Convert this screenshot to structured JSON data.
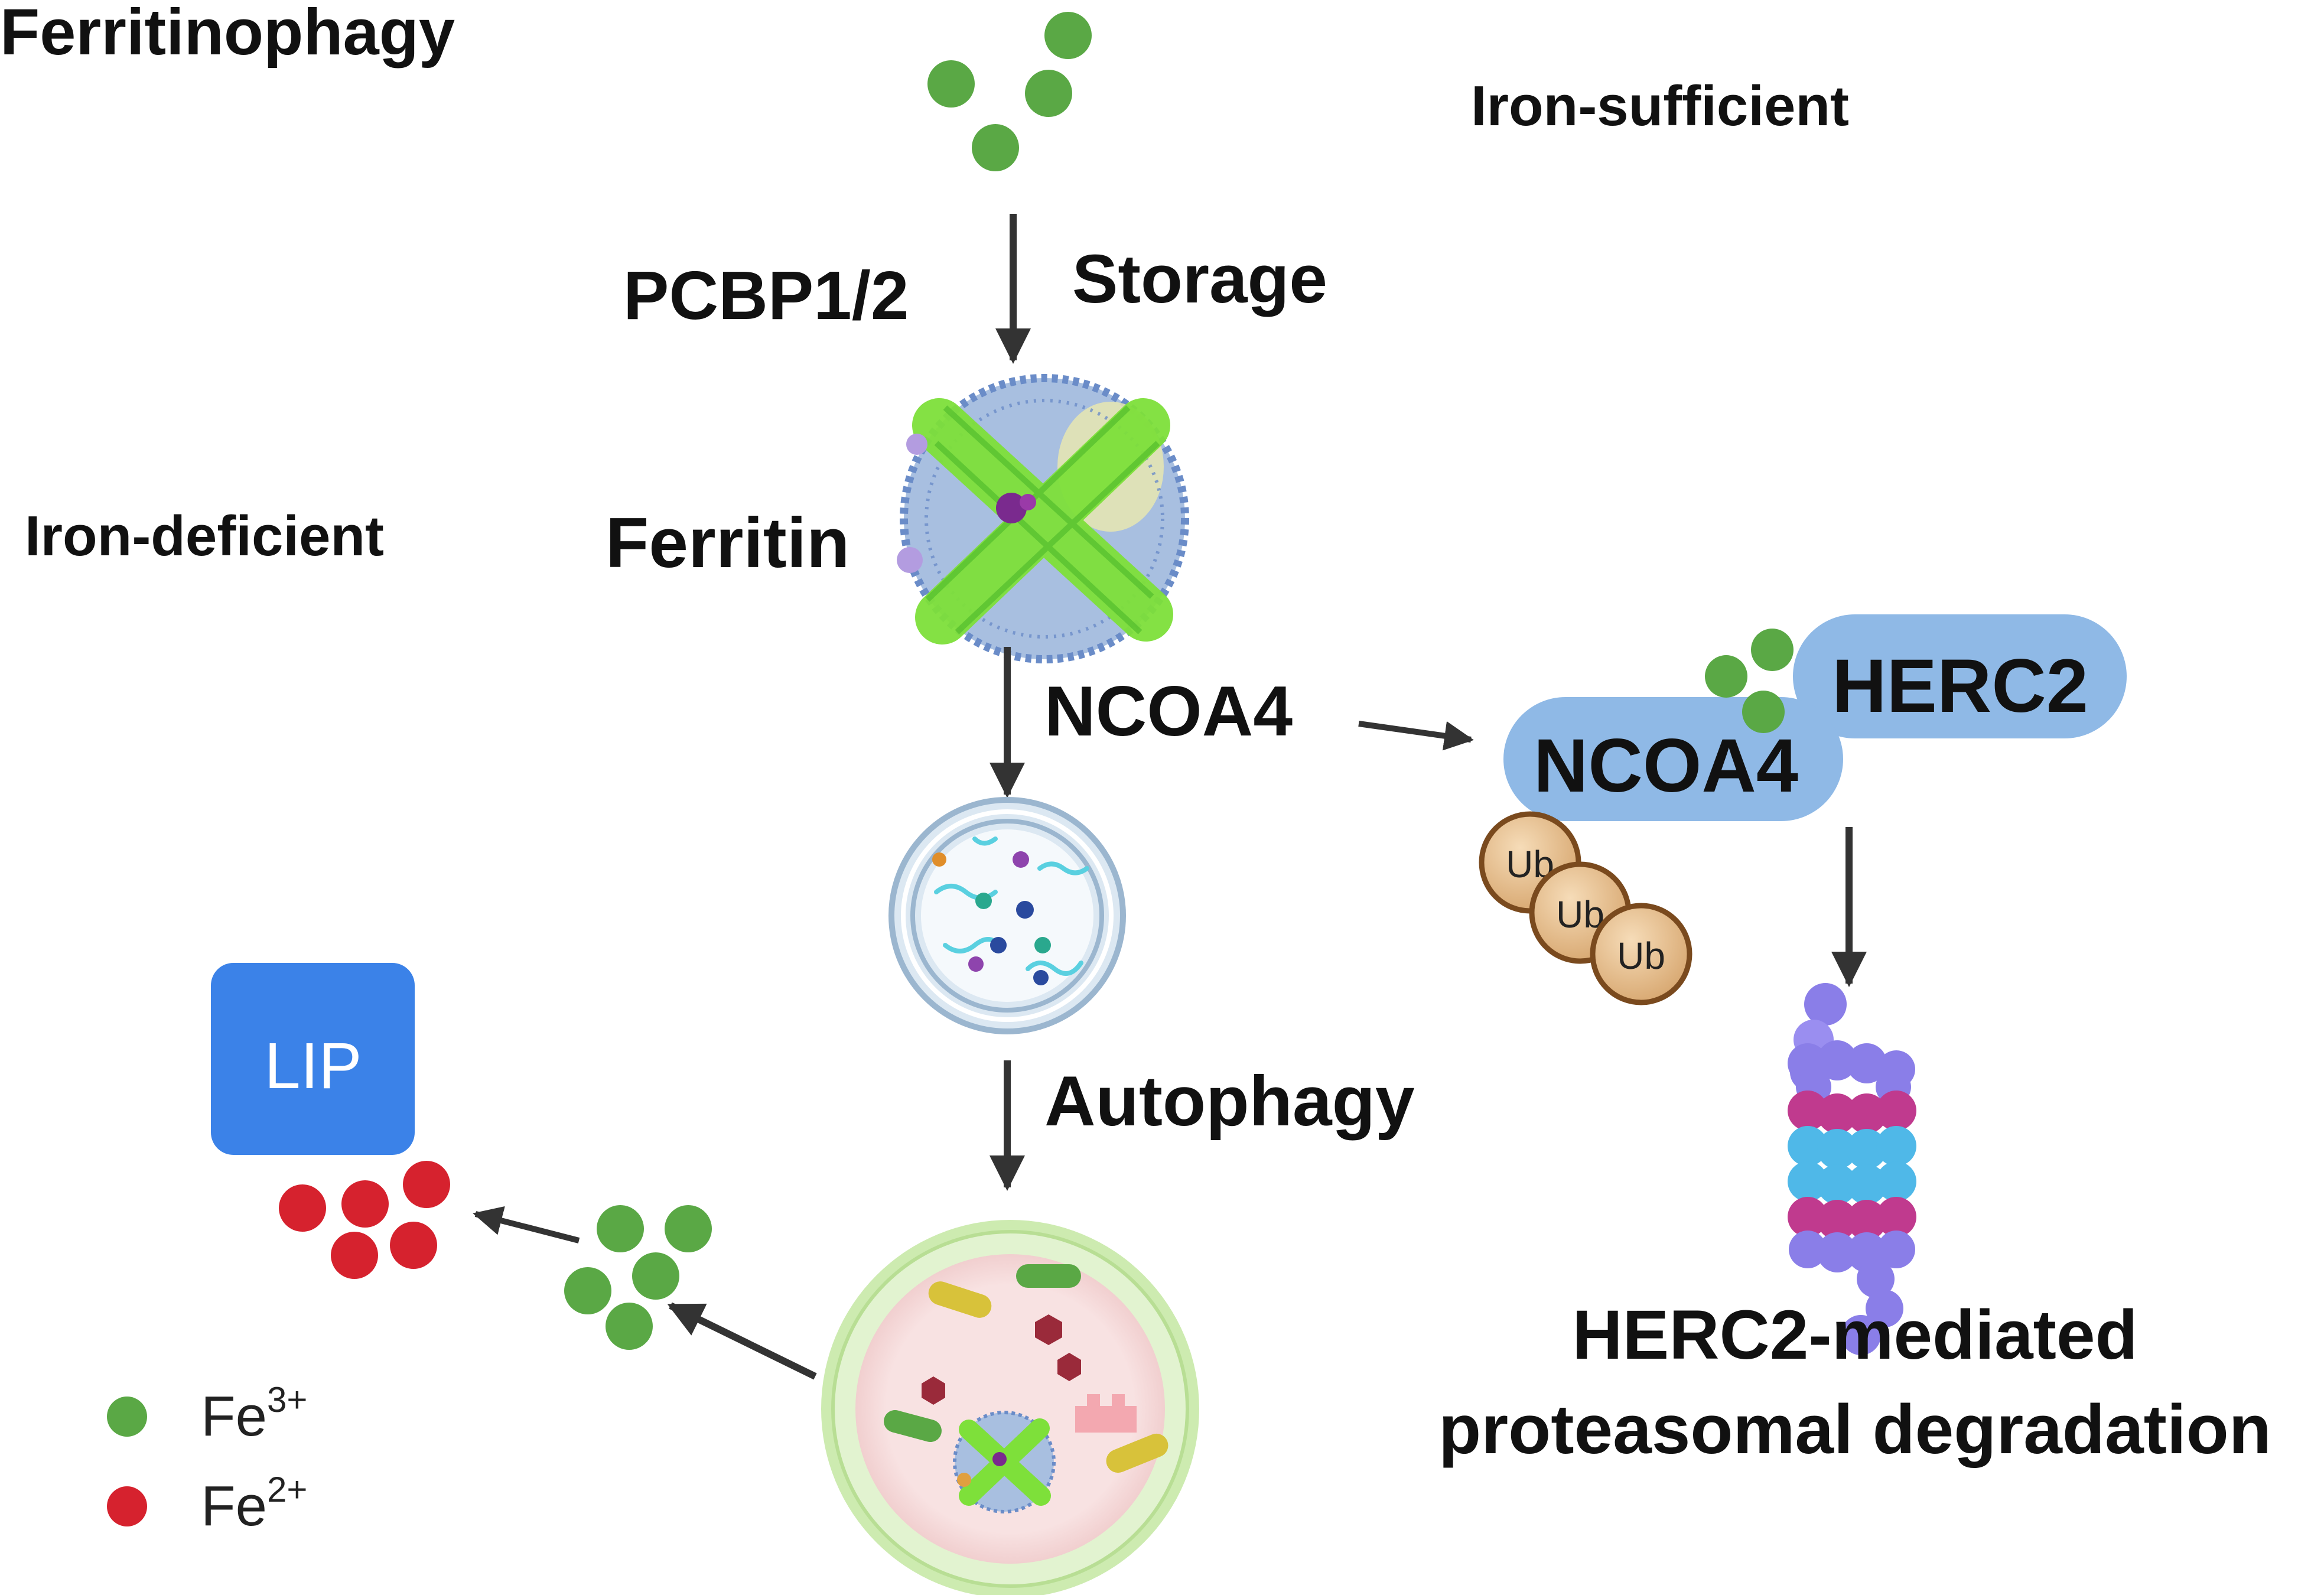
{
  "title": "Ferritinophagy",
  "labels": {
    "iron_sufficient": "Iron-sufficient",
    "iron_deficient": "Iron-deficient",
    "pcbp": "PCBP1/2",
    "storage": "Storage",
    "ferritin": "Ferritin",
    "ncoa4_arrow": "NCOA4",
    "autophagy": "Autophagy",
    "lip": "LIP",
    "herc2_box": "HERC2",
    "ncoa4_box": "NCOA4",
    "ub": "Ub",
    "degradation_line1": "HERC2-mediated",
    "degradation_line2": "proteasomal degradation"
  },
  "legend": {
    "fe3_base": "Fe",
    "fe3_sup": "3+",
    "fe2_base": "Fe",
    "fe2_sup": "2+"
  },
  "colors": {
    "fe3": "#5aa845",
    "fe2": "#d6222e",
    "lip_box": "#3b82e8",
    "ncoa4_herc2_box": "#8fb9e6",
    "ub_fill": "#e6c39b",
    "ub_stroke": "#7a4a1e",
    "arrow": "#333333",
    "ferritin_green": "#7ee03a",
    "ferritin_blue": "#6a8cc8",
    "proteasome_purple": "#8a7ee8",
    "proteasome_magenta": "#c03a8e",
    "proteasome_cyan": "#4fb8e8",
    "lysosome_ring": "#cdebb0",
    "lysosome_fill": "#f7dede"
  },
  "icons": [
    "ferritin-icon",
    "autophagosome-icon",
    "autolysosome-icon",
    "proteasome-icon"
  ]
}
